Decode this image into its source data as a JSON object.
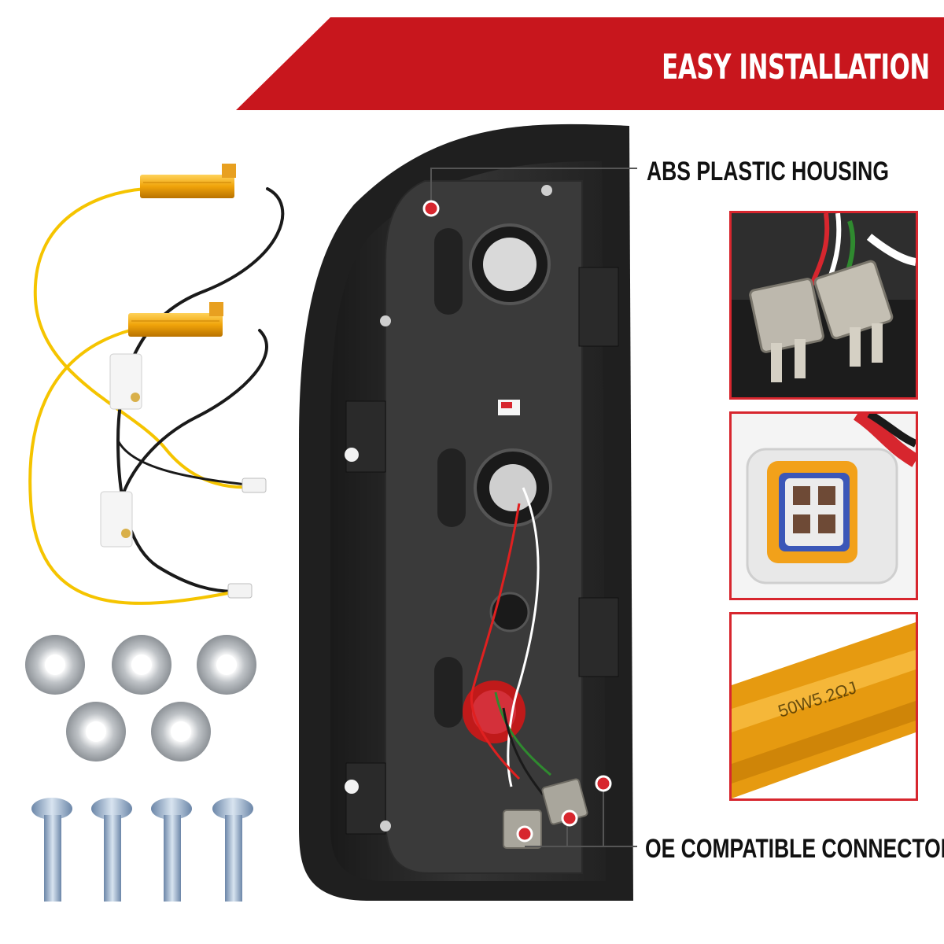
{
  "banner": {
    "title": "EASY INSTALLATION",
    "color": "#c8161d"
  },
  "callouts": {
    "housing": "ABS PLASTIC HOUSING",
    "connectors": "OE COMPATIBLE CONNECTORS"
  },
  "resistor": {
    "label": "50W5.2ΩJ"
  },
  "colors": {
    "accent": "#d7262e",
    "housing": "#2b2b2b",
    "resistor_gold": "#f0a30a",
    "wire_yellow": "#f5c400"
  }
}
